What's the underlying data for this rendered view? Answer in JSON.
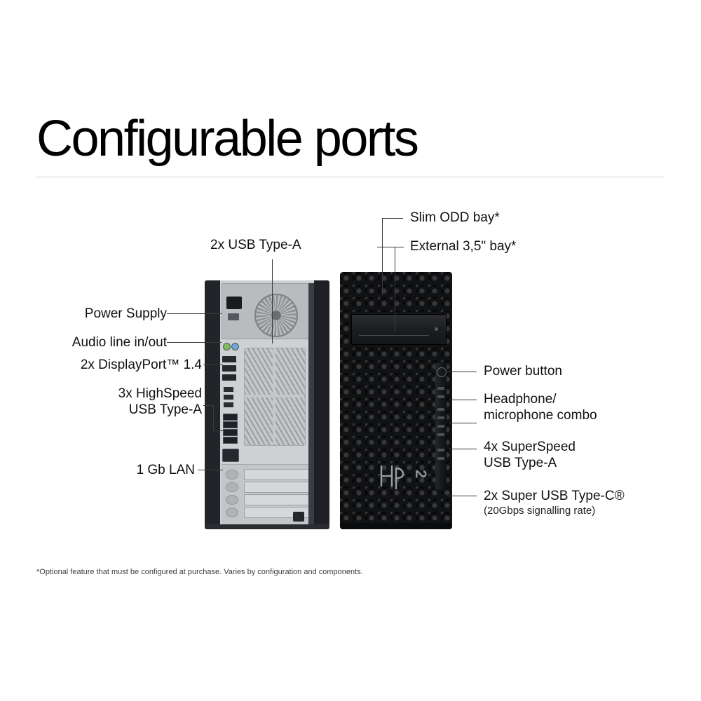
{
  "title": "Configurable ports",
  "footnote": "*Optional feature that must be configured at purchase. Varies by configuration and components.",
  "labels": {
    "usb_type_a_top": "2x USB Type-A",
    "power_supply": "Power Supply",
    "audio_line": "Audio line in/out",
    "displayport": "2x DisplayPort™ 1.4",
    "highspeed_line1": "3x HighSpeed",
    "highspeed_line2": "USB Type-A",
    "lan": "1 Gb LAN",
    "slim_odd": "Slim ODD bay*",
    "external_bay": "External 3,5\" bay*",
    "power_button": "Power button",
    "headphone_line1": "Headphone/",
    "headphone_line2": "microphone combo",
    "superspeed_line1": "4x SuperSpeed",
    "superspeed_line2": "USB Type-A",
    "superusb_line1": "2x Super USB Type-C®",
    "superusb_line2": "(20Gbps signalling rate)"
  },
  "icons": {
    "hp_logo": "hp-logo-icon",
    "z_badge": "z-series-badge-icon"
  },
  "colors": {
    "background": "#ffffff",
    "text": "#111111",
    "leader_line": "#3a3a3a",
    "chassis_front": "#111214",
    "chassis_rear": "#cfd0d2"
  }
}
